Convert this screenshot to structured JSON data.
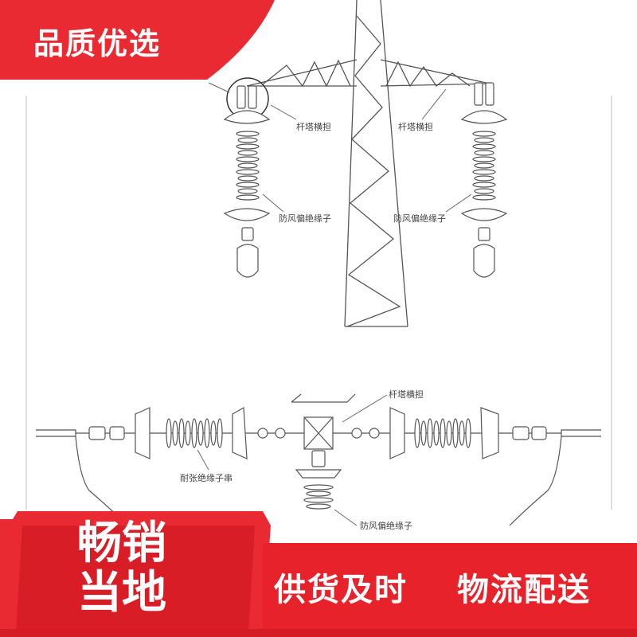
{
  "banner": {
    "text": "品质优选"
  },
  "labels": {
    "tower_crossarm_left": "杆塔横担",
    "tower_crossarm_right": "杆塔横担",
    "windproof_insulator_left": "防风偏绝缘子",
    "windproof_insulator_right": "防风偏绝缘子",
    "tower_crossarm_bottom": "杆塔横担",
    "tension_insulator_string": "耐张绝缘子串",
    "windproof_insulator_bottom": "防风偏绝缘子"
  },
  "footer": {
    "badge_line1": "畅销",
    "badge_line2": "当地",
    "slogan_1": "供货及时",
    "slogan_2": "物流配送"
  },
  "colors": {
    "accent": "#ea2a33",
    "accent_dark": "#c8121d",
    "line": "#555555"
  }
}
